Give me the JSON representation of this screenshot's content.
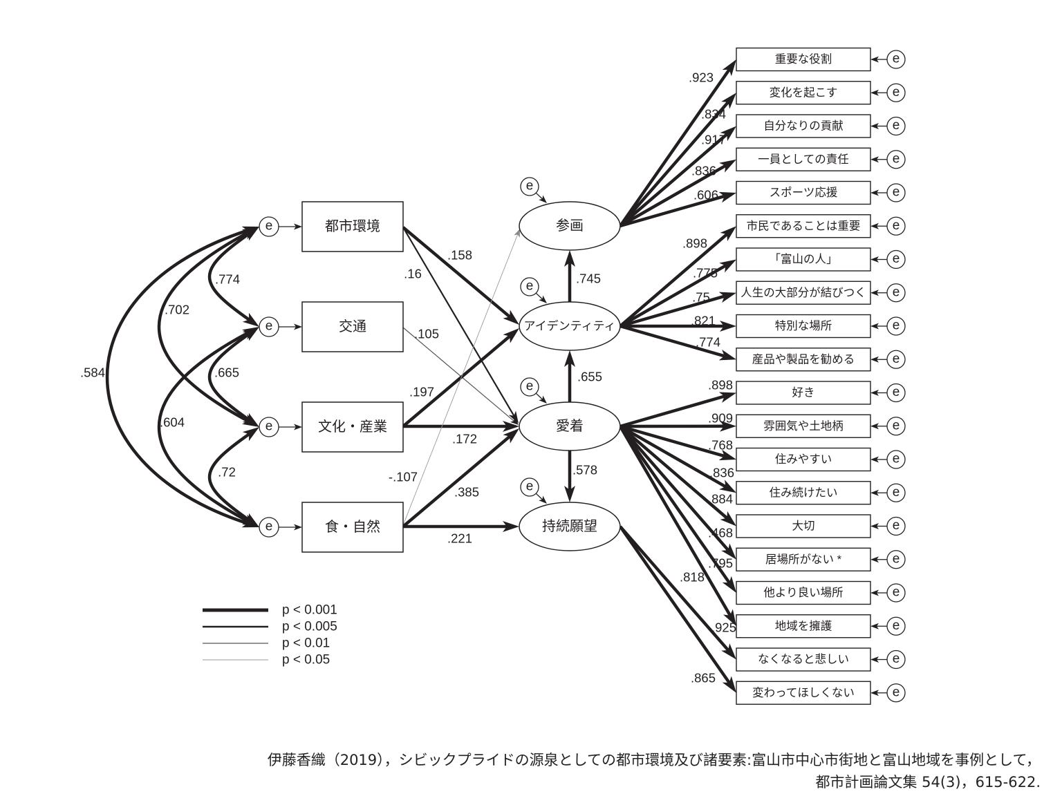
{
  "diagram": {
    "error_term_label": "e",
    "exogenous_variables": [
      {
        "id": "urban_env",
        "label": "都市環境"
      },
      {
        "id": "transport",
        "label": "交通"
      },
      {
        "id": "culture_industry",
        "label": "文化・産業"
      },
      {
        "id": "food_nature",
        "label": "食・自然"
      }
    ],
    "latent_factors": [
      {
        "id": "participation",
        "label": "参画"
      },
      {
        "id": "identity",
        "label": "アイデンティティ"
      },
      {
        "id": "attachment",
        "label": "愛着"
      },
      {
        "id": "continuity",
        "label": "持続願望"
      }
    ],
    "indicator_sig": "p < 0.001",
    "indicators": [
      {
        "label": "重要な役割",
        "factor": "participation",
        "loading": ".923"
      },
      {
        "label": "変化を起こす",
        "factor": "participation",
        "loading": ".834"
      },
      {
        "label": "自分なりの貢献",
        "factor": "participation",
        "loading": ".917"
      },
      {
        "label": "一員としての責任",
        "factor": "participation",
        "loading": ".836"
      },
      {
        "label": "スポーツ応援",
        "factor": "participation",
        "loading": ".606"
      },
      {
        "label": "市民であることは重要",
        "factor": "identity",
        "loading": ".898"
      },
      {
        "label": "「富山の人」",
        "factor": "identity",
        "loading": ".775"
      },
      {
        "label": "人生の大部分が結びつく",
        "factor": "identity",
        "loading": ".75"
      },
      {
        "label": "特別な場所",
        "factor": "identity",
        "loading": ".821"
      },
      {
        "label": "産品や製品を勧める",
        "factor": "identity",
        "loading": ".774"
      },
      {
        "label": "好き",
        "factor": "attachment",
        "loading": ".898"
      },
      {
        "label": "雰囲気や土地柄",
        "factor": "attachment",
        "loading": ".909"
      },
      {
        "label": "住みやすい",
        "factor": "attachment",
        "loading": ".768"
      },
      {
        "label": "住み続けたい",
        "factor": "attachment",
        "loading": ".836"
      },
      {
        "label": "大切",
        "factor": "attachment",
        "loading": ".884"
      },
      {
        "label": "居場所がない *",
        "factor": "attachment",
        "loading": ".468"
      },
      {
        "label": "他より良い場所",
        "factor": "attachment",
        "loading": ".795"
      },
      {
        "label": "地域を擁護",
        "factor": "attachment",
        "loading": ".818"
      },
      {
        "label": "なくなると悲しい",
        "factor": "continuity",
        "loading": ".925"
      },
      {
        "label": "変わってほしくない",
        "factor": "continuity",
        "loading": ".865"
      }
    ],
    "paths": [
      {
        "from": "urban_env",
        "to": "identity",
        "coef": ".158",
        "sig": "p < 0.001"
      },
      {
        "from": "urban_env",
        "to": "attachment",
        "coef": ".16",
        "sig": "p < 0.005"
      },
      {
        "from": "transport",
        "to": "attachment",
        "coef": ".105",
        "sig": "p < 0.01"
      },
      {
        "from": "culture_industry",
        "to": "identity",
        "coef": ".197",
        "sig": "p < 0.001"
      },
      {
        "from": "culture_industry",
        "to": "attachment",
        "coef": ".172",
        "sig": "p < 0.001"
      },
      {
        "from": "food_nature",
        "to": "participation",
        "coef": "-.107",
        "sig": "p < 0.05"
      },
      {
        "from": "food_nature",
        "to": "attachment",
        "coef": ".385",
        "sig": "p < 0.001"
      },
      {
        "from": "food_nature",
        "to": "continuity",
        "coef": ".221",
        "sig": "p < 0.001"
      },
      {
        "from": "identity",
        "to": "participation",
        "coef": ".745",
        "sig": "p < 0.001"
      },
      {
        "from": "attachment",
        "to": "identity",
        "coef": ".655",
        "sig": "p < 0.001"
      },
      {
        "from": "attachment",
        "to": "continuity",
        "coef": ".578",
        "sig": "p < 0.001"
      }
    ],
    "covariances": [
      {
        "between": [
          "urban_env",
          "transport"
        ],
        "coef": ".774",
        "sig": "p < 0.001"
      },
      {
        "between": [
          "urban_env",
          "culture_industry"
        ],
        "coef": ".702",
        "sig": "p < 0.001"
      },
      {
        "between": [
          "urban_env",
          "food_nature"
        ],
        "coef": ".584",
        "sig": "p < 0.001"
      },
      {
        "between": [
          "transport",
          "culture_industry"
        ],
        "coef": ".665",
        "sig": "p < 0.001"
      },
      {
        "between": [
          "transport",
          "food_nature"
        ],
        "coef": ".604",
        "sig": "p < 0.001"
      },
      {
        "between": [
          "culture_industry",
          "food_nature"
        ],
        "coef": ".72",
        "sig": "p < 0.001"
      }
    ]
  },
  "legend": {
    "items": [
      {
        "label": "p < 0.001"
      },
      {
        "label": "p < 0.005"
      },
      {
        "label": "p < 0.01"
      },
      {
        "label": "p < 0.05"
      }
    ]
  },
  "citation": {
    "line1": "伊藤香織（2019），シビックプライドの源泉としての都市環境及び諸要素:富山市中心市街地と富山地域を事例として，",
    "line2": "都市計画論文集 54(3)，615-622."
  }
}
